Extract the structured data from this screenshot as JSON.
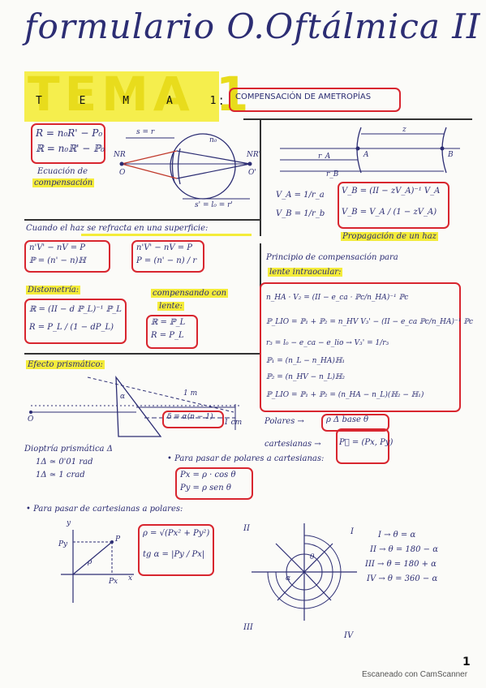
{
  "title": "formulario O.Oftálmica II",
  "tema": {
    "big": "TEMA 1",
    "spaced": "T E M A 1",
    "colon": ":",
    "subtitle": "COMPENSACIÓN DE AMETROPÍAS"
  },
  "compensacion": {
    "eq1": "R = n₀R' − P₀",
    "eq2": "ℝ = n₀ℝ' − ℙ₀",
    "label_line1": "Ecuación de",
    "label_line2": "compensación",
    "diag": {
      "s_eq_r": "s = r",
      "n0": "n₀",
      "NR": "NR",
      "NR2": "NR'",
      "O": "O",
      "O2": "O'",
      "s2": "s' = l₀ = r'"
    }
  },
  "propagacion": {
    "diag": {
      "z": "z",
      "A": "A",
      "B": "B",
      "ra": "r_A",
      "rb": "r_B"
    },
    "va": "V_A = 1/r_a",
    "vb": "V_B = 1/r_b",
    "box1": "V_B = (II − zV_A)⁻¹ V_A",
    "box2": "V_B = V_A / (1 − zV_A)",
    "label": "Propagación de un haz"
  },
  "refracta": {
    "heading": "Cuando el haz se refracta en una superficie:",
    "b1a": "n'V' − nV = P",
    "b1b": "ℙ = (n' − n)ℍ",
    "b2a": "n'V' − nV = P",
    "b2b": "P = (n' − n) / r"
  },
  "principio": {
    "line1": "Principio de compensación para",
    "line2": "lente intraocular:",
    "e1": "n_HA · V₂ = (II − e_ca · ℙc/n_HA)⁻¹ ℙc",
    "e2": "ℙ_LIO = ℙ₁ + ℙ₂ = n_HV V₃' − (II − e_ca ℙc/n_HA)⁻¹ ℙc",
    "e3": "r₃ = l₀ − e_ca − e_lio   →   V₃' = 1/r₃",
    "e4": "ℙ₁ = (n_L − n_HA)ℍ₁",
    "e5": "ℙ₂ = (n_HV − n_L)ℍ₂",
    "e6": "ℙ_LIO = ℙ₁ + ℙ₂ = (n_HA − n_L)(ℍ₂ − ℍ₁)"
  },
  "distometria": {
    "heading": "Distometría:",
    "eq1": "ℝ = (II − d ℙ_L)⁻¹ ℙ_L",
    "eq2": "R = P_L / (1 − dP_L)"
  },
  "compensando": {
    "heading1": "compensando con",
    "heading2": "lente:",
    "eq1": "ℝ = ℙ_L",
    "eq2": "R = P_L"
  },
  "prismatico": {
    "heading": "Efecto prismático:",
    "alpha": "α",
    "delta_eq": "δ = α(n − 1)",
    "one_m": "1 m",
    "one_cm": "1 cm",
    "O": "O",
    "dioptria": "Dioptría prismática Δ",
    "d1": "1Δ ≃ 0'01 rad",
    "d2": "1Δ ≃ 1 crad"
  },
  "polares": {
    "line1": "Polares →",
    "box1": "ρ Δ base θ",
    "line2": "cartesianas →",
    "box2": "P⃗ = (Px, Py)",
    "to_cart": "• Para pasar de polares a cartesianas:",
    "cx": "Px = ρ · cos θ",
    "cy": "Py = ρ sen θ",
    "to_pol": "• Para pasar de cartesianas a polares:",
    "pol1": "ρ = √(Px² + Py²)",
    "pol2": "tg α = |Py / Px|",
    "axis_y": "y",
    "axis_x": "x",
    "Py": "Py",
    "Px": "Px",
    "P": "P",
    "rho": "ρ"
  },
  "cuadrantes": {
    "I": "I",
    "II": "II",
    "III": "III",
    "IV": "IV",
    "q1": "I → θ = α",
    "q2": "II → θ = 180 − α",
    "q3": "III → θ = 180 + α",
    "q4": "IV → θ = 360 − α",
    "theta": "θ",
    "alpha": "α"
  },
  "footer": {
    "page": "1",
    "scanner": "Escaneado con CamScanner"
  }
}
